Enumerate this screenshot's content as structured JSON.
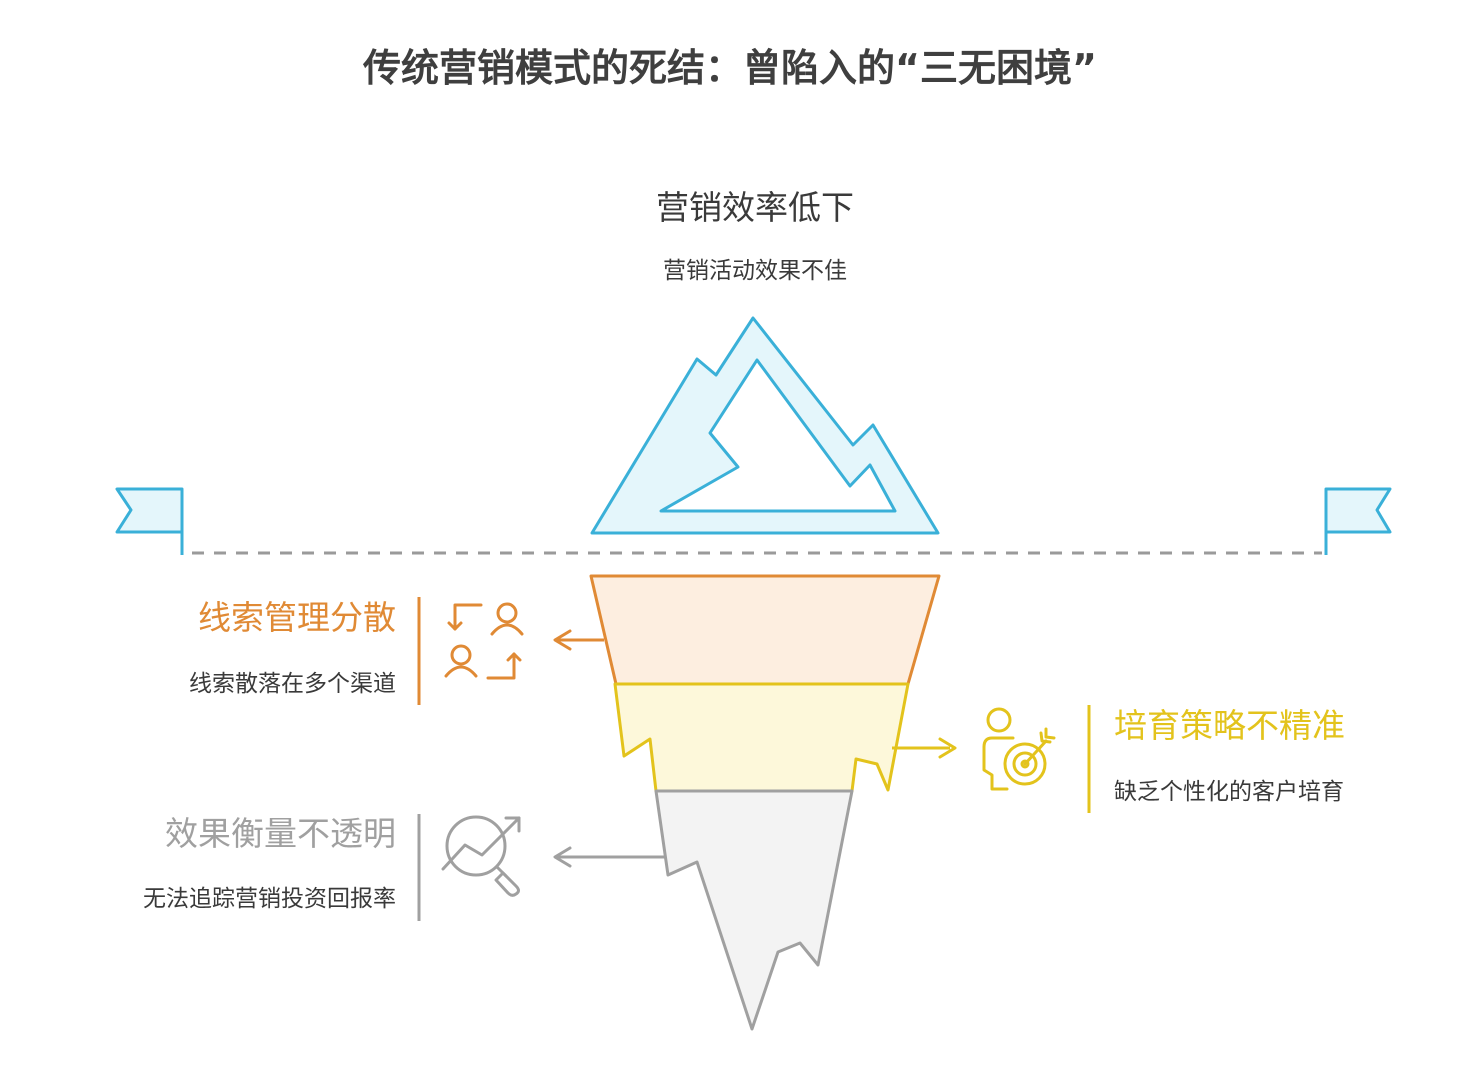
{
  "title": "传统营销模式的死结：曾陷入的“三无困境”",
  "top": {
    "heading": "营销效率低下",
    "description": "营销活动效果不佳"
  },
  "layers": [
    {
      "title": "线索管理分散",
      "description": "线索散落在多个渠道",
      "icon": "people-swap-icon",
      "color": "#e08a35",
      "fill": "#fdeee0",
      "side": "left"
    },
    {
      "title": "培育策略不精准",
      "description": "缺乏个性化的客户培育",
      "icon": "person-target-icon",
      "color": "#e3c31c",
      "fill": "#fdf8da",
      "side": "right"
    },
    {
      "title": "效果衡量不透明",
      "description": "无法追踪营销投资回报率",
      "icon": "chart-magnifier-icon",
      "color": "#a0a0a0",
      "fill": "#f3f3f3",
      "side": "left"
    }
  ],
  "colors": {
    "iceberg_stroke": "#3ab0d8",
    "iceberg_fill": "#e4f6fb",
    "waterline": "#9a9a9a",
    "title_text": "#3f3f3f"
  }
}
